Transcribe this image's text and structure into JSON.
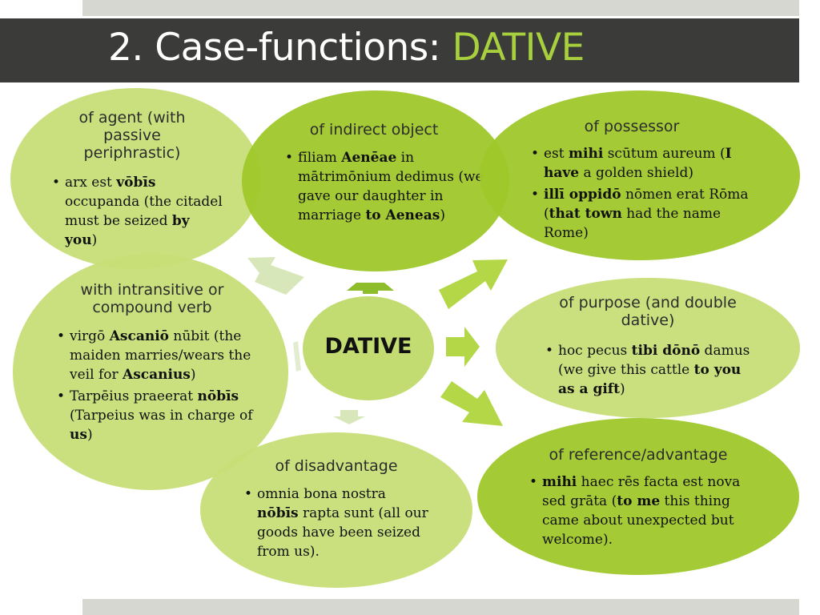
{
  "slide": {
    "title_main": "2. Case-functions: ",
    "title_accent": "DATIVE"
  },
  "colors": {
    "title_bar": "#3b3b39",
    "accent": "#a8cf3e",
    "bubble_light": "#c7de77",
    "bubble_dark": "#9fc72a",
    "band": "#d6d7d0"
  },
  "center": {
    "label": "DATIVE"
  },
  "agent": {
    "heading": "of agent (with passive periphrastic)",
    "items": [
      {
        "parts": [
          [
            "arx est ",
            false
          ],
          [
            "vōbīs",
            true
          ],
          [
            " occupanda (the citadel must be seized ",
            false
          ],
          [
            "by you",
            true
          ],
          [
            ")",
            false
          ]
        ]
      }
    ]
  },
  "indirect": {
    "heading": "of indirect object",
    "items": [
      {
        "parts": [
          [
            "fīliam ",
            false
          ],
          [
            "Aenēae",
            true
          ],
          [
            " in mātrimōnium dedimus (we gave our daughter in marriage ",
            false
          ],
          [
            "to Aeneas",
            true
          ],
          [
            ")",
            false
          ]
        ]
      }
    ]
  },
  "possessor": {
    "heading": "of possessor",
    "items": [
      {
        "parts": [
          [
            "est ",
            false
          ],
          [
            "mihi",
            true
          ],
          [
            " scūtum aureum (",
            false
          ],
          [
            "I have",
            true
          ],
          [
            " a golden shield)",
            false
          ]
        ]
      },
      {
        "parts": [
          [
            "illī oppidō",
            true
          ],
          [
            " nōmen erat Rōma (",
            false
          ],
          [
            "that town",
            true
          ],
          [
            " had the name Rome)",
            false
          ]
        ]
      }
    ]
  },
  "intransitive": {
    "heading": "with intransitive or compound verb",
    "items": [
      {
        "parts": [
          [
            "virgō ",
            false
          ],
          [
            "Ascaniō",
            true
          ],
          [
            " nūbit (the maiden marries/wears the veil for ",
            false
          ],
          [
            "Ascanius",
            true
          ],
          [
            ")",
            false
          ]
        ]
      },
      {
        "parts": [
          [
            "Tarpēius praeerat ",
            false
          ],
          [
            "nōbīs",
            true
          ],
          [
            " (Tarpeius was in charge of ",
            false
          ],
          [
            "us",
            true
          ],
          [
            ")",
            false
          ]
        ]
      }
    ]
  },
  "purpose": {
    "heading": "of purpose (and double dative)",
    "items": [
      {
        "parts": [
          [
            "hoc pecus ",
            false
          ],
          [
            "tibi dōnō",
            true
          ],
          [
            " damus (we give this cattle ",
            false
          ],
          [
            "to you as a gift",
            true
          ],
          [
            ")",
            false
          ]
        ]
      }
    ]
  },
  "disadvantage": {
    "heading": "of disadvantage",
    "items": [
      {
        "parts": [
          [
            "omnia bona nostra ",
            false
          ],
          [
            "nōbīs",
            true
          ],
          [
            " rapta sunt (all our goods have been seized from us).",
            false
          ]
        ]
      }
    ]
  },
  "reference": {
    "heading": "of reference/advantage",
    "items": [
      {
        "parts": [
          [
            "mihi",
            true
          ],
          [
            " haec rēs facta est nova sed grāta (",
            false
          ],
          [
            "to me",
            true
          ],
          [
            " this thing came about unexpected but welcome).",
            false
          ]
        ]
      }
    ]
  }
}
